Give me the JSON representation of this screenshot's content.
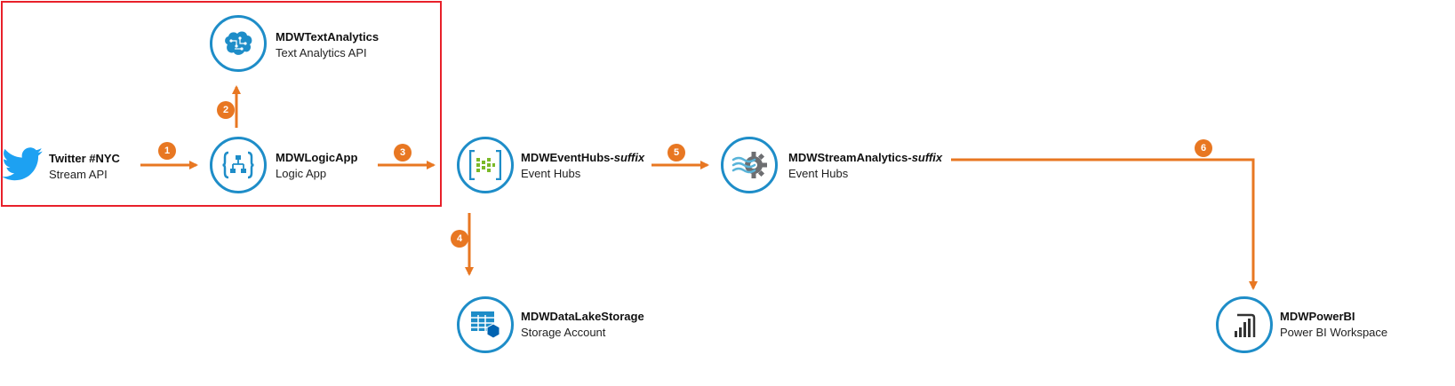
{
  "colors": {
    "arrow": "#e87722",
    "badge": "#e87722",
    "circle_border": "#1e8dc8",
    "highlight_box": "#e8202a",
    "twitter": "#1da1f2"
  },
  "nodes": {
    "twitter": {
      "title": "Twitter #NYC",
      "subtitle": "Stream API",
      "icon": "twitter-bird-icon"
    },
    "text_analytics": {
      "title": "MDWTextAnalytics",
      "subtitle": "Text Analytics API",
      "icon": "brain-icon"
    },
    "logic_app": {
      "title": "MDWLogicApp",
      "subtitle": "Logic App",
      "icon": "logic-app-icon"
    },
    "event_hubs": {
      "title_main": "MDWEventHubs-",
      "title_suffix": "suffix",
      "subtitle": "Event Hubs",
      "icon": "event-hubs-icon"
    },
    "stream_analytics": {
      "title_main": "MDWStreamAnalytics-",
      "title_suffix": "suffix",
      "subtitle": "Event Hubs",
      "icon": "stream-analytics-icon"
    },
    "data_lake": {
      "title": "MDWDataLakeStorage",
      "subtitle": "Storage Account",
      "icon": "storage-account-icon"
    },
    "power_bi": {
      "title": "MDWPowerBI",
      "subtitle": "Power BI Workspace",
      "icon": "power-bi-icon"
    }
  },
  "steps": [
    "1",
    "2",
    "3",
    "4",
    "5",
    "6"
  ]
}
